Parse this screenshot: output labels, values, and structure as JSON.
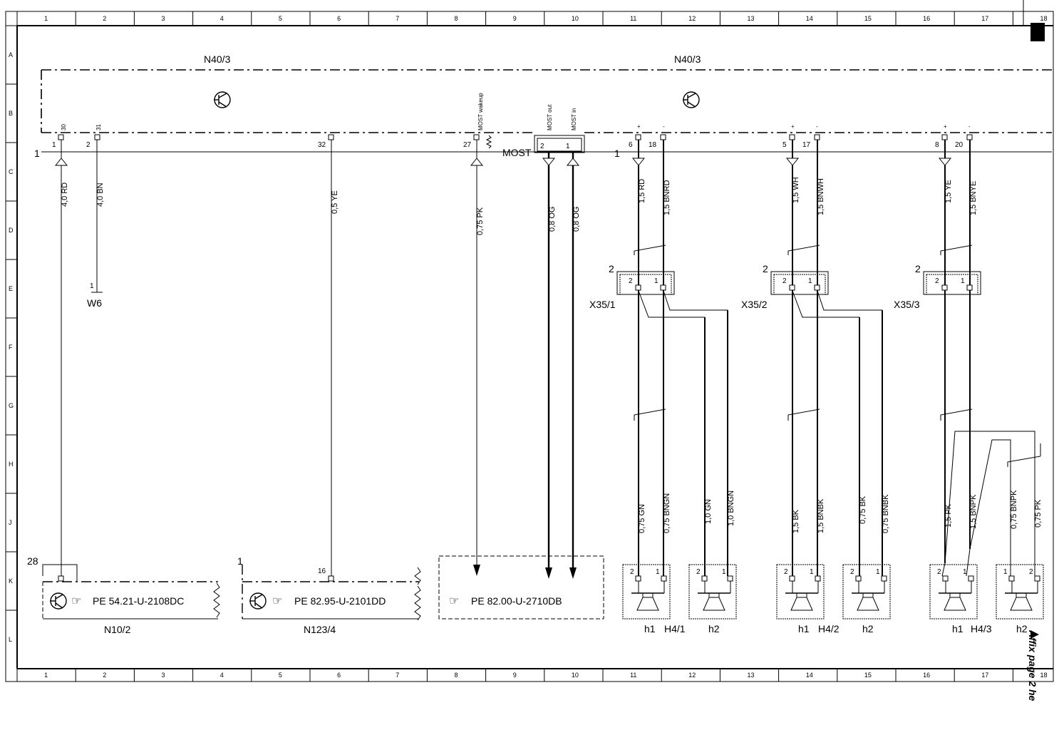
{
  "grid": {
    "cols": [
      "1",
      "2",
      "3",
      "4",
      "5",
      "6",
      "7",
      "8",
      "9",
      "10",
      "11",
      "12",
      "13",
      "14",
      "15",
      "16",
      "17",
      "18"
    ],
    "rows": [
      "A",
      "B",
      "C",
      "D",
      "E",
      "F",
      "G",
      "H",
      "J",
      "K",
      "L"
    ]
  },
  "units": {
    "main_left": "N40/3",
    "main_right": "N40/3",
    "main_marker_left": "1",
    "main_marker_right": "1",
    "most": "MOST",
    "ground": "W6",
    "ground_pin": "1"
  },
  "pins": [
    {
      "num": "1",
      "sig": "30"
    },
    {
      "num": "2",
      "sig": "31"
    },
    {
      "num": "32",
      "sig": ""
    },
    {
      "num": "27",
      "sig": "MOST wakeup"
    },
    {
      "num": "2",
      "sig": "MOST out"
    },
    {
      "num": "1",
      "sig": "MOST in"
    },
    {
      "num": "6",
      "sig": "+"
    },
    {
      "num": "18",
      "sig": "-"
    },
    {
      "num": "5",
      "sig": "+"
    },
    {
      "num": "17",
      "sig": "-"
    },
    {
      "num": "8",
      "sig": "+"
    },
    {
      "num": "20",
      "sig": "-"
    }
  ],
  "wires": [
    "4,0 RD",
    "4,0 BN",
    "0,5 YE",
    "0,75 PK",
    "0,8 OG",
    "0,8 OG",
    "1,5 RD",
    "1,5 BNRD",
    "1,5 WH",
    "1,5 BNWH",
    "1,5 YE",
    "1,5 BNYE",
    "0,75 GN",
    "0,75 BNGN",
    "1,0 GN",
    "1,0 BNGN",
    "1,5 BK",
    "1,5 BNBK",
    "0,75 BK",
    "0,75 BNBK",
    "1,5 PK",
    "1,5 BNPK",
    "0,75 BNPK",
    "0,75 PK"
  ],
  "connectors": [
    {
      "name": "X35/1",
      "marker": "2",
      "pin_a": "2",
      "pin_b": "1"
    },
    {
      "name": "X35/2",
      "marker": "2",
      "pin_a": "2",
      "pin_b": "1"
    },
    {
      "name": "X35/3",
      "marker": "2",
      "pin_a": "2",
      "pin_b": "1"
    }
  ],
  "speakers": {
    "group1": "H4/1",
    "group2": "H4/2",
    "group3": "H4/3",
    "h1": "h1",
    "h2": "h2"
  },
  "modules": {
    "n10": {
      "name": "N10/2",
      "ref": "PE 54.21-U-2108DC",
      "marker": "28"
    },
    "n123": {
      "name": "N123/4",
      "ref": "PE 82.95-U-2101DD",
      "marker": "1",
      "pin": "16"
    },
    "most": {
      "ref": "PE 82.00-U-2710DB"
    }
  },
  "footer": {
    "affix": "Affix page 2 he"
  }
}
